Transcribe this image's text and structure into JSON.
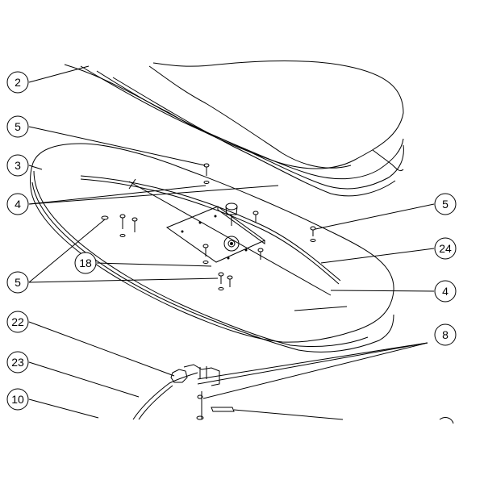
{
  "diagram": {
    "callouts": [
      {
        "id": "c2",
        "label": "2"
      },
      {
        "id": "c5a",
        "label": "5"
      },
      {
        "id": "c3",
        "label": "3"
      },
      {
        "id": "c4a",
        "label": "4"
      },
      {
        "id": "c5b",
        "label": "5"
      },
      {
        "id": "c24",
        "label": "24"
      },
      {
        "id": "c18",
        "label": "18"
      },
      {
        "id": "c5c",
        "label": "5"
      },
      {
        "id": "c4b",
        "label": "4"
      },
      {
        "id": "c22",
        "label": "22"
      },
      {
        "id": "c8",
        "label": "8"
      },
      {
        "id": "c23",
        "label": "23"
      },
      {
        "id": "c10",
        "label": "10"
      }
    ]
  }
}
